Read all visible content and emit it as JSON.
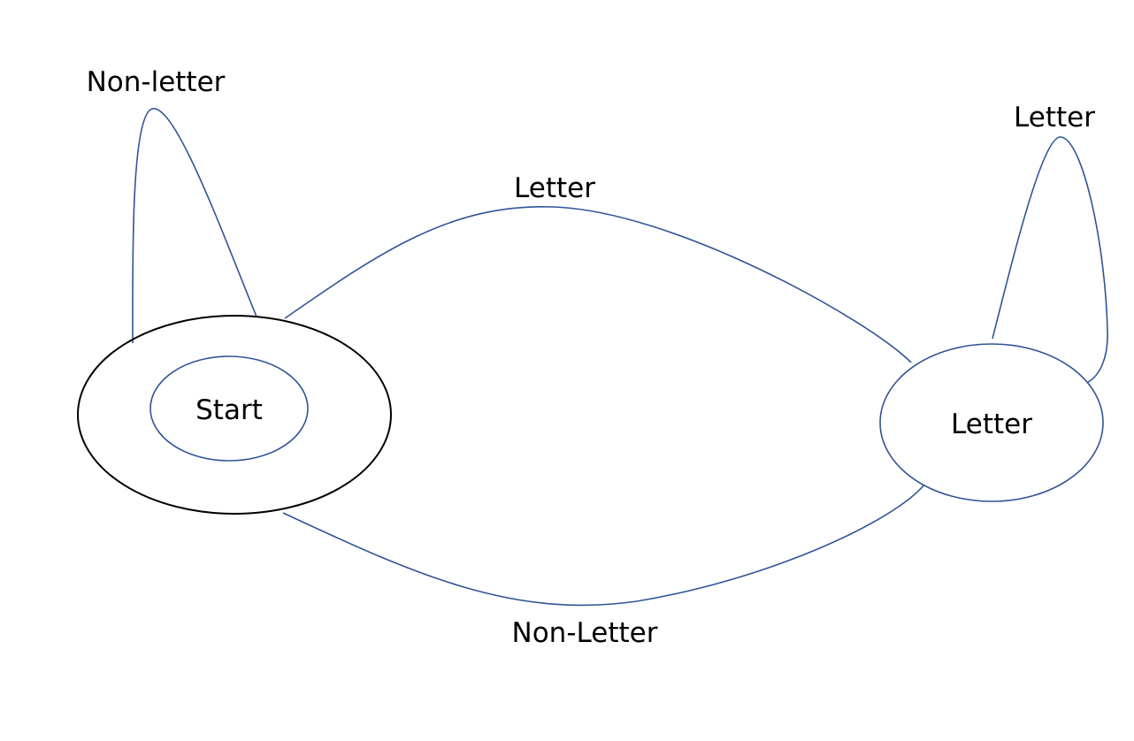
{
  "nodes": {
    "start": {
      "label": "Start",
      "accepting": true
    },
    "letter": {
      "label": "Letter",
      "accepting": false
    }
  },
  "edges": {
    "start_self_loop": {
      "label": "Non-letter",
      "from": "Start",
      "to": "Start"
    },
    "start_to_letter": {
      "label": "Letter",
      "from": "Start",
      "to": "Letter"
    },
    "letter_self_loop": {
      "label": "Letter",
      "from": "Letter",
      "to": "Letter"
    },
    "letter_to_start": {
      "label": "Non-Letter",
      "from": "Letter",
      "to": "Start"
    }
  },
  "colors": {
    "edge_stroke": "#2f5597",
    "accepting_ring": "#000000",
    "text": "#000000"
  }
}
